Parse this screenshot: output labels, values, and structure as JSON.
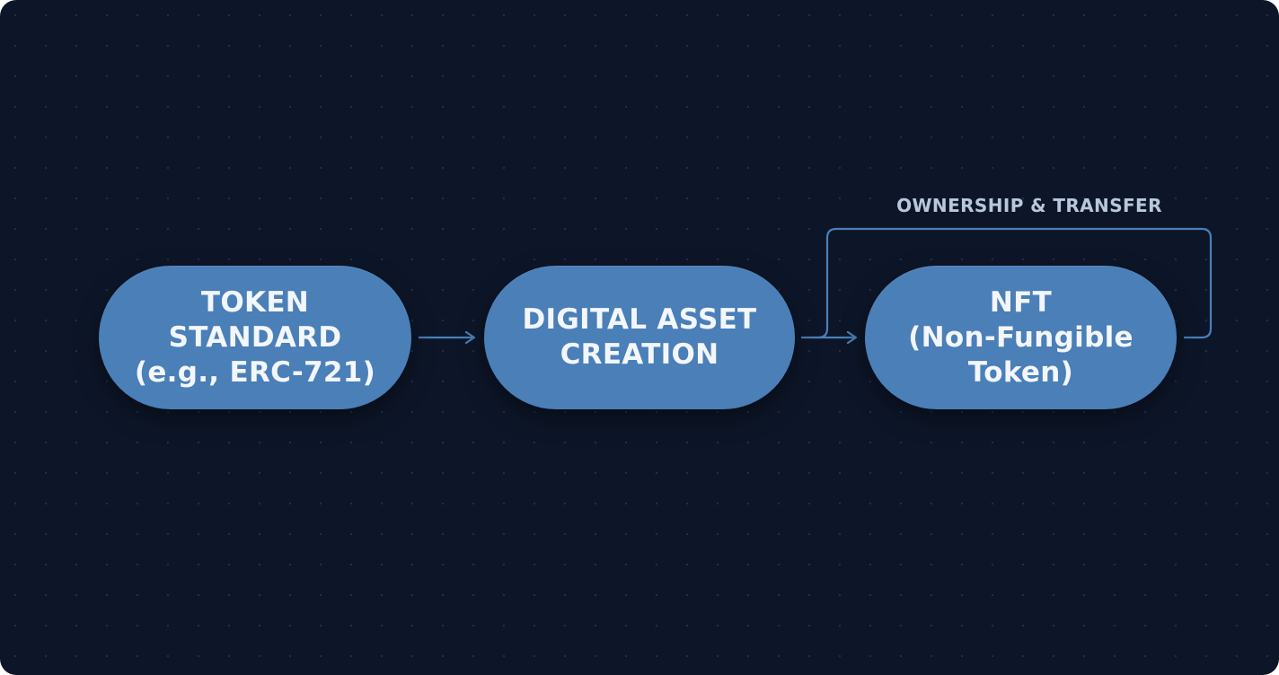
{
  "diagram": {
    "nodes": [
      {
        "id": "token-standard",
        "lines": [
          "TOKEN",
          "STANDARD",
          "(e.g., ERC-721)"
        ]
      },
      {
        "id": "digital-asset-creation",
        "lines": [
          "DIGITAL ASSET",
          "CREATION"
        ]
      },
      {
        "id": "nft",
        "lines": [
          "NFT",
          "(Non-Fungible",
          "Token)"
        ]
      }
    ],
    "edges": [
      {
        "from": "token-standard",
        "to": "digital-asset-creation",
        "label": ""
      },
      {
        "from": "digital-asset-creation",
        "to": "nft",
        "label": ""
      },
      {
        "from": "nft",
        "to": "nft",
        "label": "OWNERSHIP & TRANSFER"
      }
    ],
    "colors": {
      "background": "#0d1629",
      "node_fill": "#4a7fb8",
      "node_text": "#f3f6fb",
      "connector": "#4a7fb8",
      "label_text": "#b9c7dc"
    }
  }
}
